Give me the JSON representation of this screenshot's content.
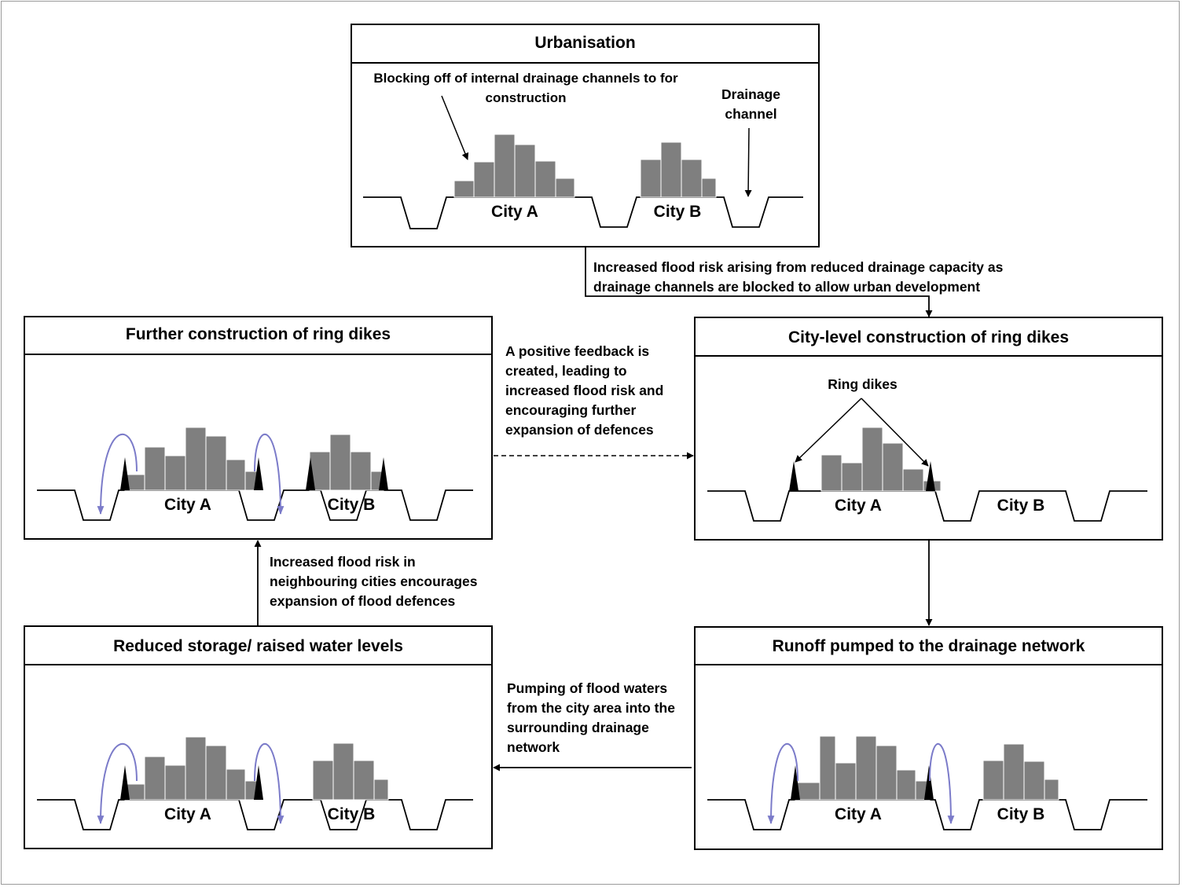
{
  "panels": {
    "urbanisation": {
      "title": "Urbanisation",
      "label_blocking": "Blocking off of internal drainage channels to for construction",
      "label_drainage": "Drainage channel",
      "city_a": "City A",
      "city_b": "City B"
    },
    "city_level": {
      "title": "City-level construction of ring dikes",
      "label_ring": "Ring dikes",
      "city_a": "City A",
      "city_b": "City B"
    },
    "further": {
      "title": "Further construction of ring dikes",
      "city_a": "City A",
      "city_b": "City B"
    },
    "runoff": {
      "title": "Runoff pumped to the drainage network",
      "city_a": "City A",
      "city_b": "City B"
    },
    "reduced": {
      "title": "Reduced storage/ raised water levels",
      "city_a": "City A",
      "city_b": "City B"
    }
  },
  "notes": {
    "flood_risk": "Increased flood risk arising from reduced drainage capacity as drainage channels are blocked to allow urban development",
    "feedback": "A positive feedback is created, leading to increased flood risk and encouraging further expansion of defences",
    "neighbouring": "Increased flood risk in neighbouring cities encourages expansion of flood defences",
    "pumping": "Pumping of flood waters from the city area into the surrounding drainage network"
  },
  "colors": {
    "building": "#7f7f7f",
    "dike": "#000000",
    "pump_arrow": "#7b7bc9",
    "line": "#000000"
  }
}
